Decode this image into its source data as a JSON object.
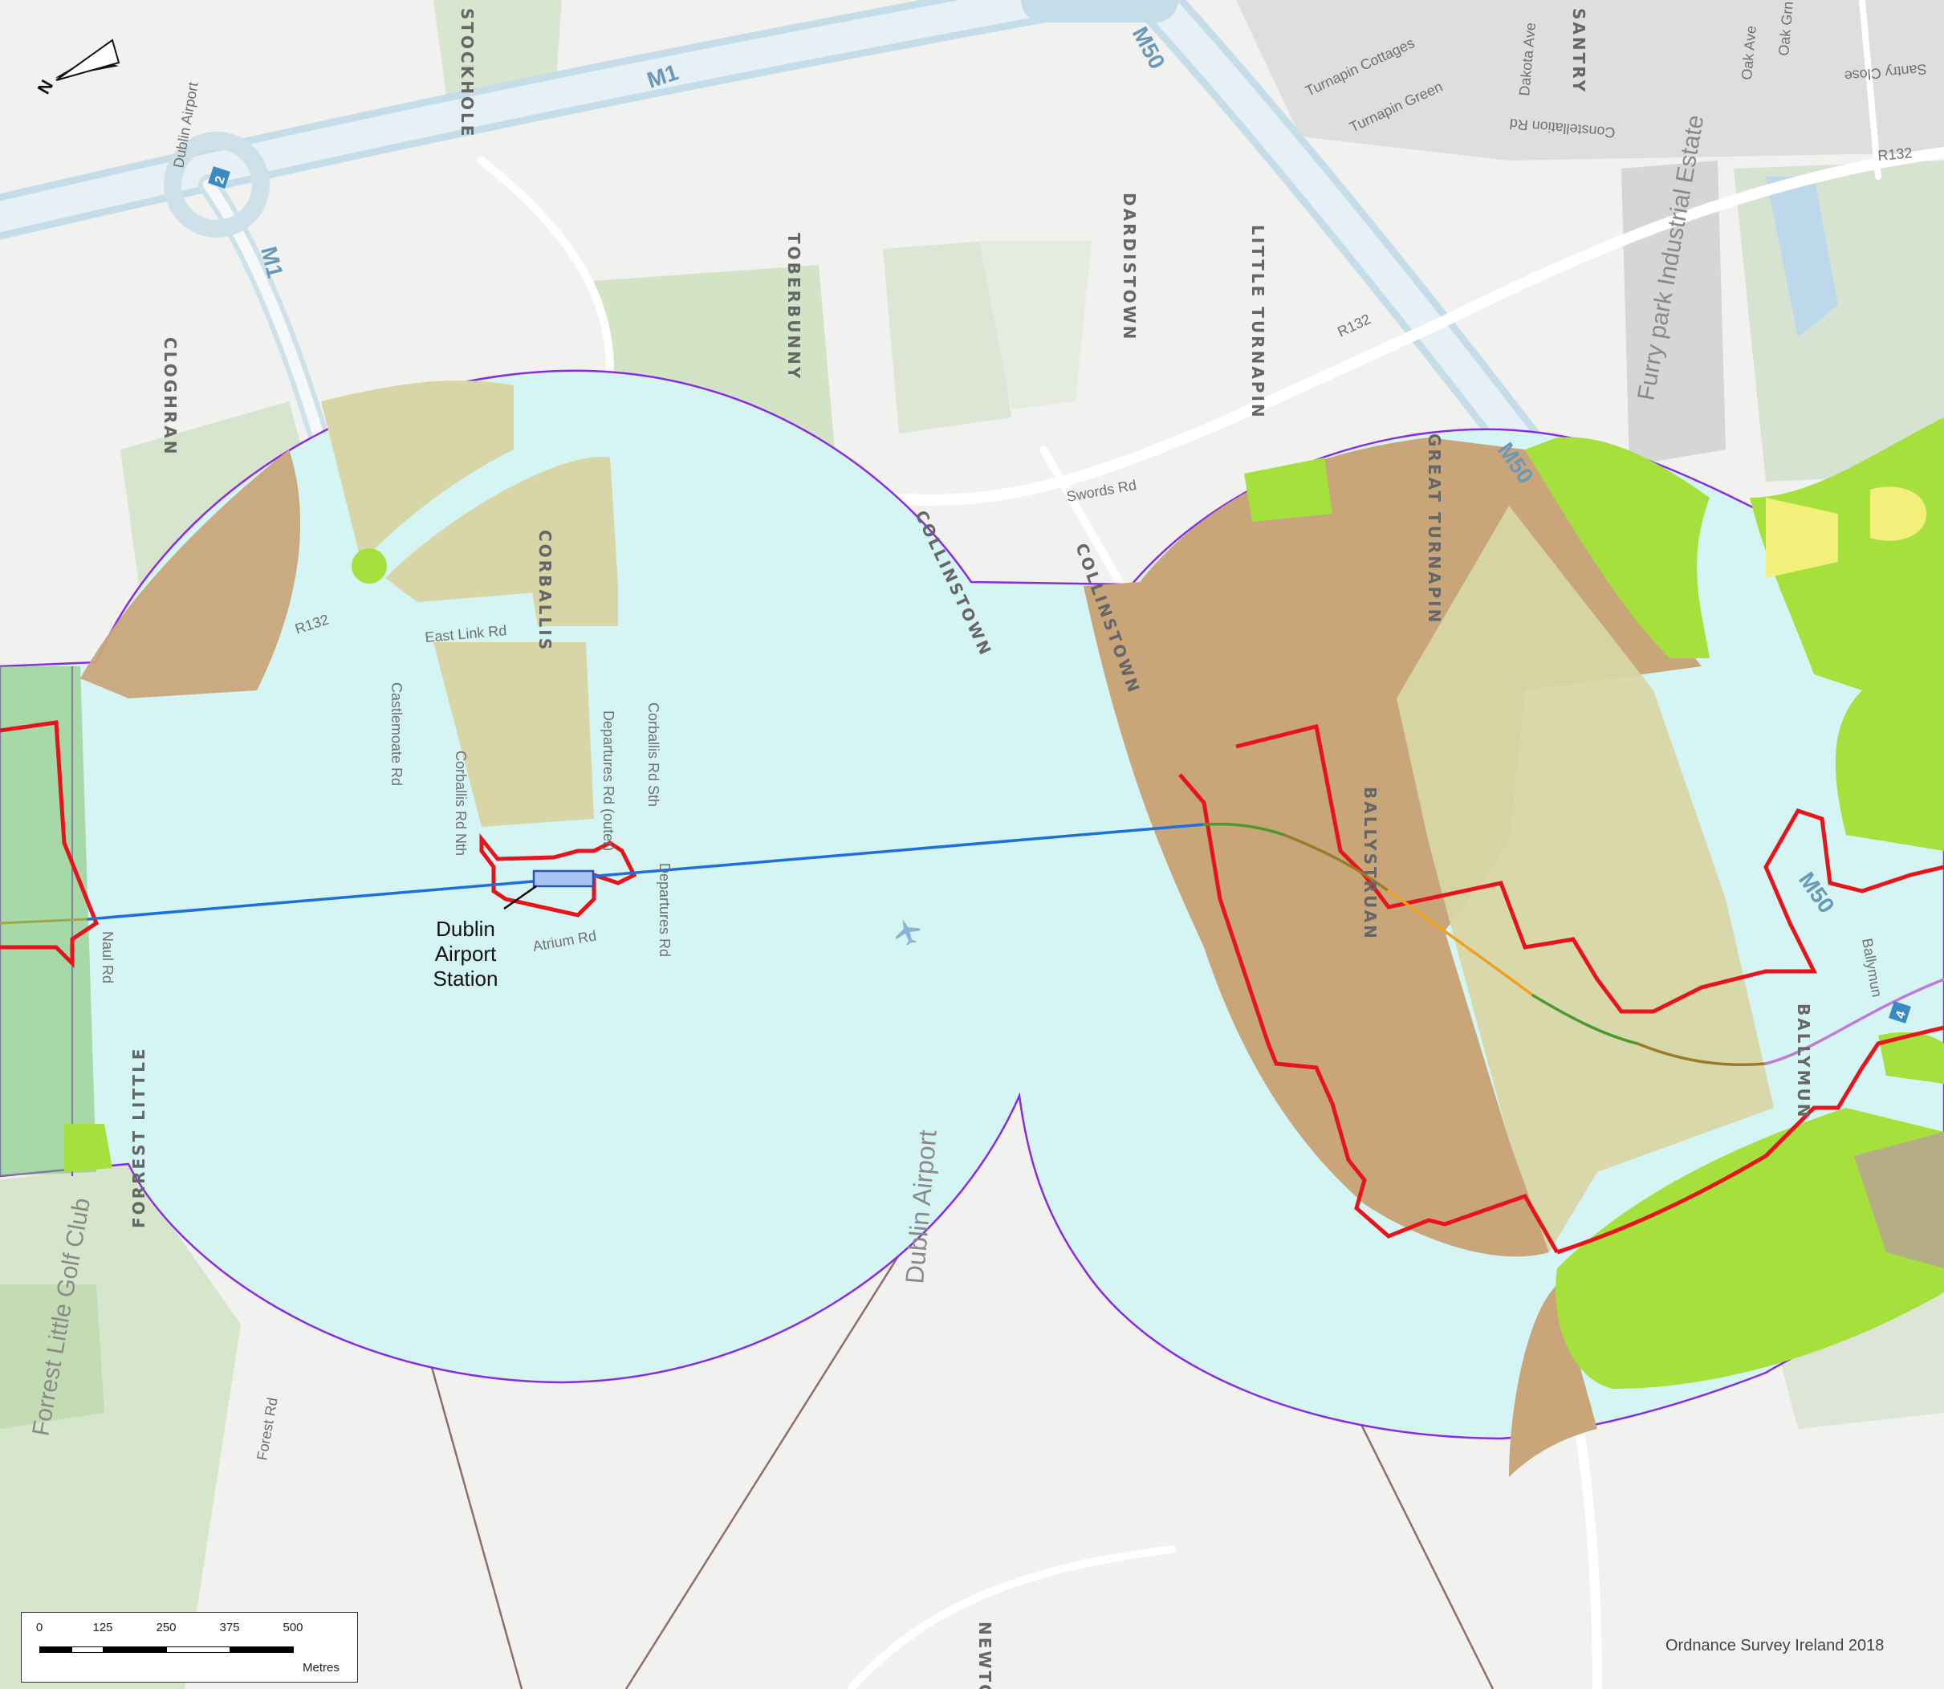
{
  "map": {
    "north_label": "N",
    "station_label": [
      "Dublin",
      "Airport",
      "Station"
    ],
    "credit": "Ordnance Survey Ireland 2018",
    "scale": {
      "ticks": [
        "0",
        "125",
        "250",
        "375",
        "500"
      ],
      "unit": "Metres"
    },
    "townlands": [
      "CLOGHRAN",
      "TOBERBUNNY",
      "DARDISTOWN",
      "LITTLE TURNAPIN",
      "GREAT TURNAPIN",
      "COLLINSTOWN",
      "CORBALLIS",
      "BALLYMUN",
      "FORREST LITTLE",
      "SANTRY",
      "NEWTOWN",
      "STOCKHOLE",
      "BALLYSTRUAN",
      "COLLINSTOWN"
    ],
    "roads": [
      "M1",
      "M1",
      "M50",
      "M50",
      "M50",
      "R132",
      "R132",
      "R132",
      "Swords Rd",
      "East Link Rd",
      "Castlemoate Rd",
      "Corballis Rd Nth",
      "Corballis Rd Sth",
      "Departures Rd (outer)",
      "Departures Rd",
      "Atrium Rd",
      "Naul Rd",
      "Forest Rd",
      "Turnapin Cottages",
      "Turnapin Green",
      "Dakota Ave",
      "Constellation Rd",
      "Oak Ave",
      "Oak Grn",
      "Santry Close",
      "Ballymun",
      "Dublin Airport"
    ],
    "places": [
      "Furry park Industrial Estate",
      "Forrest Little Golf Club",
      "Dublin Airport"
    ],
    "junctions": [
      "2",
      "4"
    ],
    "colors": {
      "buffer_fill": "#d4f5f3",
      "buffer_edge": "#8a2be2",
      "boundary": "#e8141c",
      "alignment_main": "#1e6fdc",
      "brown_zone": "#c9a57a",
      "khaki_zone": "#d8d6a6",
      "green_zone": "#a6e03c",
      "yellow_zone": "#f2ef7a",
      "motorway": "#c4dde8"
    }
  }
}
